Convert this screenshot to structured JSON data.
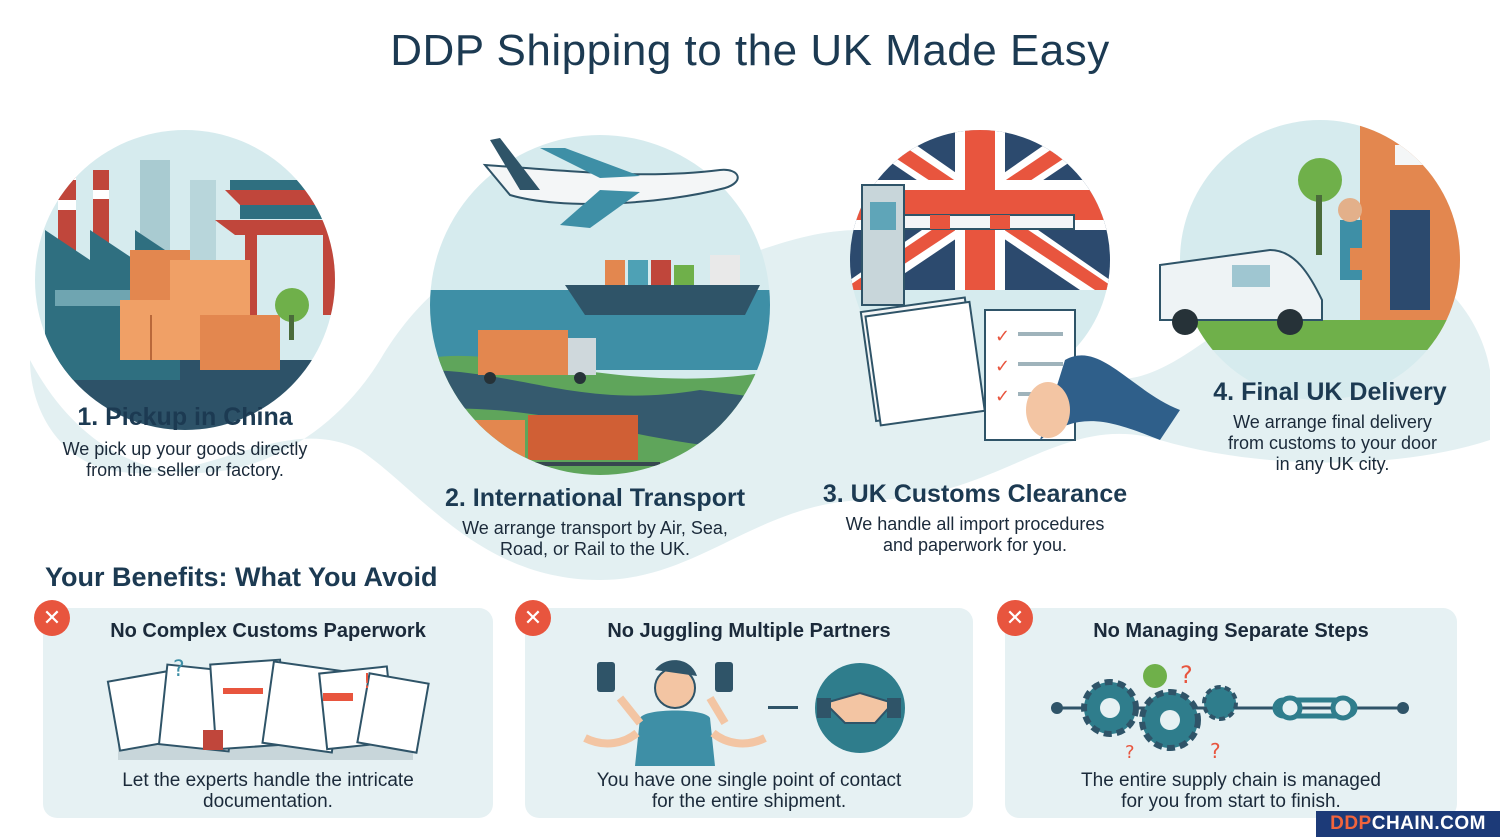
{
  "title": "DDP Shipping to the UK Made Easy",
  "steps": [
    {
      "title": "1. Pickup in China",
      "desc_line1": "We pick up your goods directly",
      "desc_line2": "from the seller or factory.",
      "icon": "factory-pagoda-icon"
    },
    {
      "title": "2. International Transport",
      "desc_line1": "We arrange transport by Air, Sea,",
      "desc_line2": "Road, or Rail to the UK.",
      "icon": "plane-ship-truck-train-icon"
    },
    {
      "title": "3. UK Customs Clearance",
      "desc_line1": "We handle all import procedures",
      "desc_line2": "and paperwork for you.",
      "icon": "uk-flag-customs-icon"
    },
    {
      "title": "4. Final UK Delivery",
      "desc_line1": "We arrange final delivery",
      "desc_line2": "from customs to your door",
      "desc_line3": "in any UK city.",
      "icon": "delivery-van-icon"
    }
  ],
  "benefits_heading": "Your Benefits: What You Avoid",
  "benefits": [
    {
      "badge": "✕",
      "title": "No Complex Customs Paperwork",
      "desc_line1": "Let the experts handle the intricate",
      "desc_line2": "documentation.",
      "icon": "paperwork-pile-icon"
    },
    {
      "badge": "✕",
      "title": "No Juggling Multiple Partners",
      "desc_line1": "You have one single point of contact",
      "desc_line2": "for the entire shipment.",
      "icon": "handshake-icon"
    },
    {
      "badge": "✕",
      "title": "No Managing Separate Steps",
      "desc_line1": "The entire supply chain is managed",
      "desc_line2": "for you from start to finish.",
      "icon": "gears-chain-icon"
    }
  ],
  "brand": {
    "accent": "DDP",
    "rest": "CHAIN.COM"
  },
  "colors": {
    "navy": "#1c3a52",
    "teal": "#2f7d8c",
    "light_teal": "#cfe6e9",
    "orange": "#e3774a",
    "red": "#e8553e",
    "brand_blue": "#1c3a78"
  }
}
